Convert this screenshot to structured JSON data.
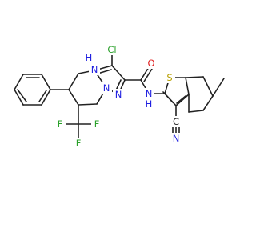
{
  "molecule": {
    "atoms": {
      "cl": {
        "label": "Cl",
        "color": "#2aa02a"
      },
      "nh_ring": {
        "label": "N",
        "color": "#2020e0"
      },
      "h_ring": {
        "label": "H",
        "color": "#2020e0"
      },
      "n_pyrazole_a": {
        "label": "N",
        "color": "#2020e0"
      },
      "n_pyrazole_b": {
        "label": "N",
        "color": "#2020e0"
      },
      "o_amide": {
        "label": "O",
        "color": "#e02020"
      },
      "n_amide": {
        "label": "N",
        "color": "#2020e0"
      },
      "h_amide": {
        "label": "H",
        "color": "#2020e0"
      },
      "s_thiophene": {
        "label": "S",
        "color": "#b8a000"
      },
      "n_nitrile": {
        "label": "N",
        "color": "#2020e0"
      },
      "c_nitrile": {
        "label": "C",
        "color": "#222222"
      },
      "f1": {
        "label": "F",
        "color": "#2aa02a"
      },
      "f2": {
        "label": "F",
        "color": "#2aa02a"
      },
      "f3": {
        "label": "F",
        "color": "#2aa02a"
      }
    }
  }
}
